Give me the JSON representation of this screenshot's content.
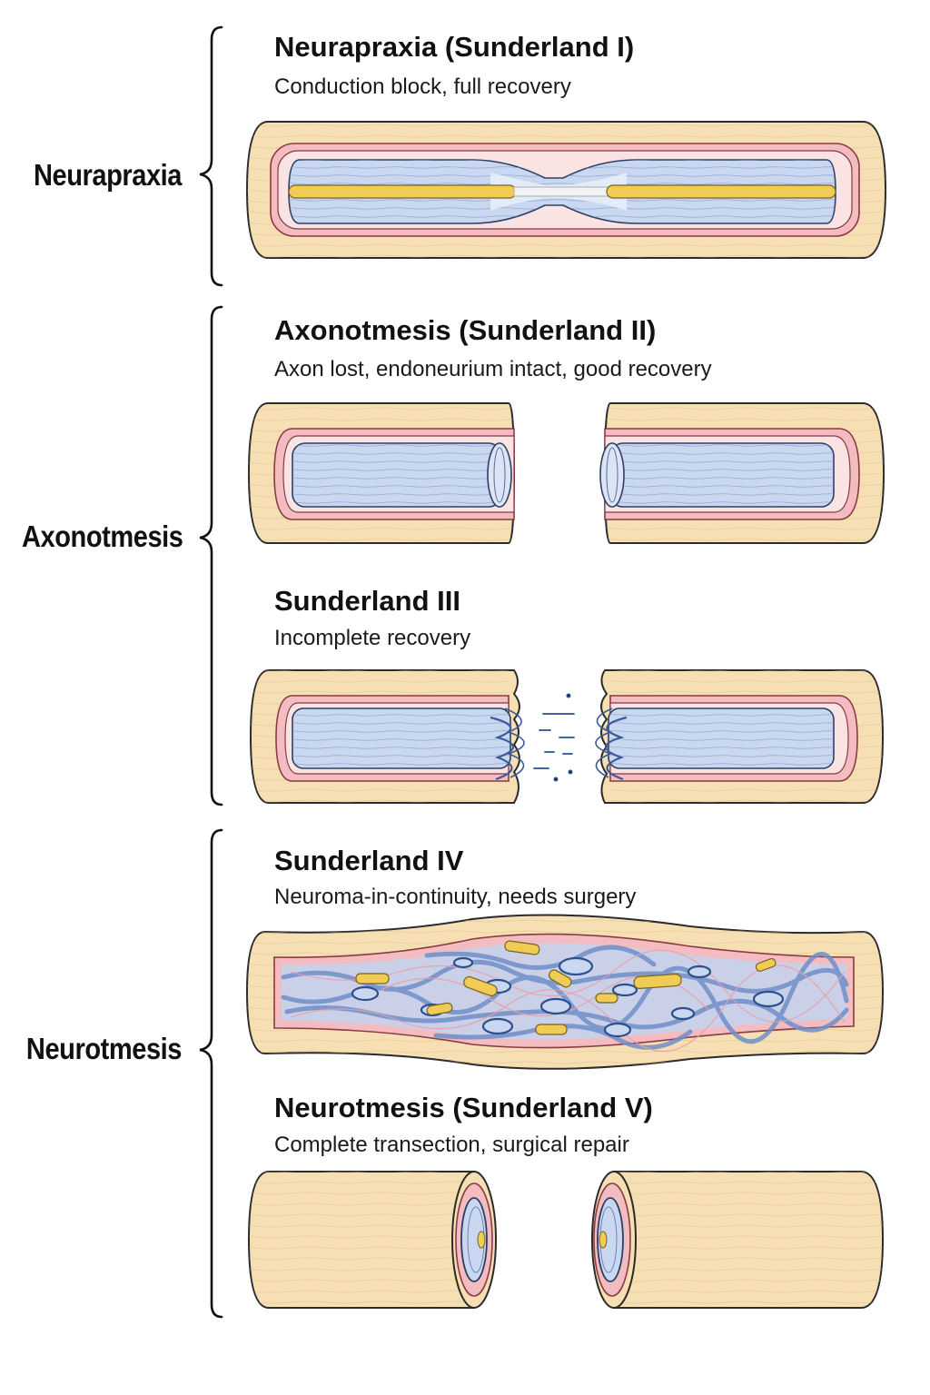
{
  "groups": [
    {
      "label": "Neurapraxia"
    },
    {
      "label": "Axonotmesis"
    },
    {
      "label": "Neurotmesis"
    }
  ],
  "stages": [
    {
      "title": "Neurapraxia (Sunderland I)",
      "subtitle": "Conduction block, full recovery"
    },
    {
      "title": "Axonotmesis (Sunderland II)",
      "subtitle": "Axon lost, endoneurium intact, good recovery"
    },
    {
      "title": "Sunderland III",
      "subtitle": "Incomplete recovery"
    },
    {
      "title": "Sunderland IV",
      "subtitle": "Neuroma-in-continuity, needs surgery"
    },
    {
      "title": "Neurotmesis (Sunderland V)",
      "subtitle": "Complete transection, surgical repair"
    }
  ],
  "colors": {
    "epineurium": "#f7dfb4",
    "perineurium": "#f2bcc0",
    "fascicle": "#c9d8f0",
    "fascicle_stroke": "#2d3f63",
    "axon": "#f0cc55",
    "outline": "#2b2b2b"
  }
}
